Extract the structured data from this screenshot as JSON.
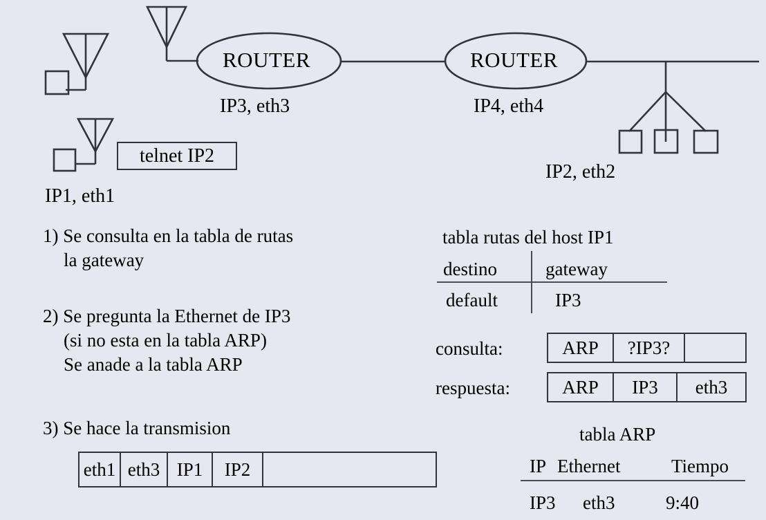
{
  "diagram": {
    "routers": [
      {
        "label": "ROUTER",
        "sublabel": "IP3, eth3"
      },
      {
        "label": "ROUTER",
        "sublabel": "IP4, eth4"
      }
    ],
    "hosts": {
      "left_label": "IP1, eth1",
      "right_label": "IP2, eth2"
    },
    "command_box": "telnet IP2"
  },
  "steps": [
    {
      "num": "1)",
      "lines": [
        "Se consulta en la tabla de rutas",
        "la gateway"
      ]
    },
    {
      "num": "2)",
      "lines": [
        "Se pregunta la Ethernet de IP3",
        "(si no esta en la tabla ARP)",
        "Se anade a la tabla ARP"
      ]
    },
    {
      "num": "3)",
      "lines": [
        "Se hace la transmision"
      ]
    }
  ],
  "frame": {
    "cells": [
      "eth1",
      "eth3",
      "IP1",
      "IP2",
      ""
    ]
  },
  "route_table": {
    "title": "tabla rutas del host IP1",
    "headers": [
      "destino",
      "gateway"
    ],
    "rows": [
      [
        "default",
        "IP3"
      ]
    ]
  },
  "arp_messages": {
    "query_label": "consulta:",
    "query_cells": [
      "ARP",
      "?IP3?",
      ""
    ],
    "reply_label": "respuesta:",
    "reply_cells": [
      "ARP",
      "IP3",
      "eth3"
    ]
  },
  "arp_table": {
    "title": "tabla ARP",
    "headers": [
      "IP",
      "Ethernet",
      "Tiempo"
    ],
    "rows": [
      [
        "IP3",
        "eth3",
        "9:40"
      ]
    ]
  },
  "colors": {
    "background": "#e7e7f1",
    "stroke": "#33333d",
    "text": "#000000"
  }
}
